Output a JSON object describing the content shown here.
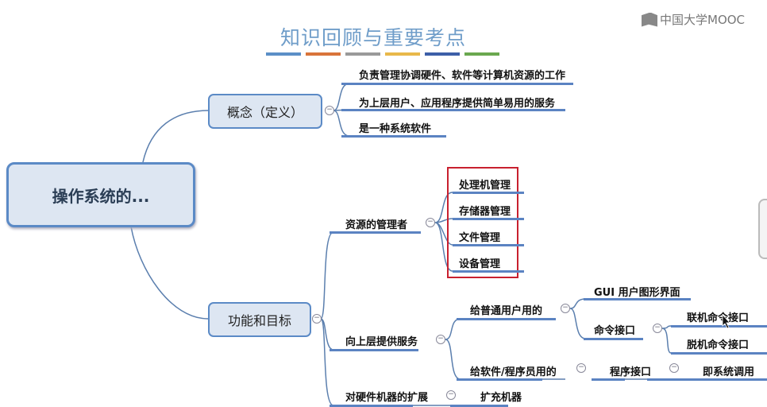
{
  "header": {
    "title": "知识回顾与重要考点",
    "logo_text": "中国大学MOOC",
    "color_bars": [
      "#5b8fc7",
      "#d9743a",
      "#9a9a9a",
      "#e8b84a",
      "#3d5fa8",
      "#6aa84f"
    ]
  },
  "root": {
    "label": "操作系统的..."
  },
  "concept": {
    "label": "概念（定义）",
    "items": [
      "负责管理协调硬件、软件等计算机资源的工作",
      "为上层用户、应用程序提供简单易用的服务",
      "是一种系统软件"
    ]
  },
  "functions": {
    "label": "功能和目标",
    "resource_manager": {
      "label": "资源的管理者",
      "items": [
        "处理机管理",
        "存储器管理",
        "文件管理",
        "设备管理"
      ]
    },
    "services": {
      "label": "向上层提供服务",
      "for_users": {
        "label": "给普通用户用的",
        "gui": "GUI 用户图形界面",
        "cmd": {
          "label": "命令接口",
          "items": [
            "联机命令接口",
            "脱机命令接口"
          ]
        }
      },
      "for_programmers": {
        "label": "给软件/程序员用的",
        "program_interface": "程序接口",
        "syscall": "即系统调用"
      }
    },
    "extension": {
      "label": "对硬件机器的扩展",
      "item": "扩充机器"
    }
  },
  "collapse_symbol": "−"
}
